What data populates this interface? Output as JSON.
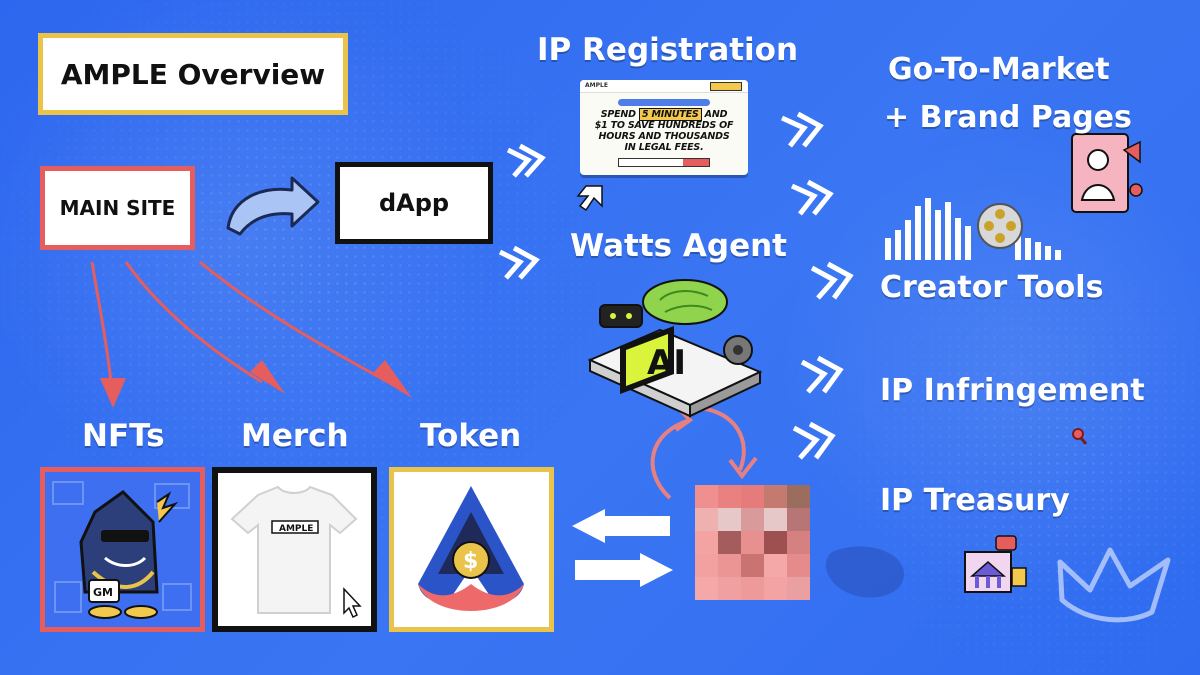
{
  "title": "AMPLE Overview",
  "nodes": {
    "main_site": "MAIN SITE",
    "dapp": "dApp",
    "nfts": "NFTs",
    "merch": "Merch",
    "token": "Token",
    "ip_registration": "IP Registration",
    "watts_agent": "Watts Agent",
    "go_to_market_line1": "Go-To-Market",
    "go_to_market_line2": "+ Brand Pages",
    "creator_tools": "Creator Tools",
    "ip_infringement": "IP Infringement",
    "ip_treasury": "IP Treasury"
  },
  "ip_registration_card": {
    "logo": "AMPLE",
    "headline_part1": "SPEND",
    "headline_highlight": "5 MINUTES",
    "headline_part2": "AND",
    "line2": "$1 TO SAVE HUNDREDS OF",
    "line3": "HOURS AND THOUSANDS",
    "line4": "IN LEGAL FEES."
  },
  "nft_card": {
    "badge_text": "GM"
  },
  "merch_card": {
    "shirt_logo": "AMPLE"
  },
  "agent_graphic": {
    "badge_text": "AI"
  },
  "token_card": {
    "coin_symbol": "$"
  },
  "colors": {
    "background": "#2f6bf0",
    "accent_yellow": "#e9c34a",
    "accent_red": "#e65d5d",
    "dark": "#111111"
  }
}
